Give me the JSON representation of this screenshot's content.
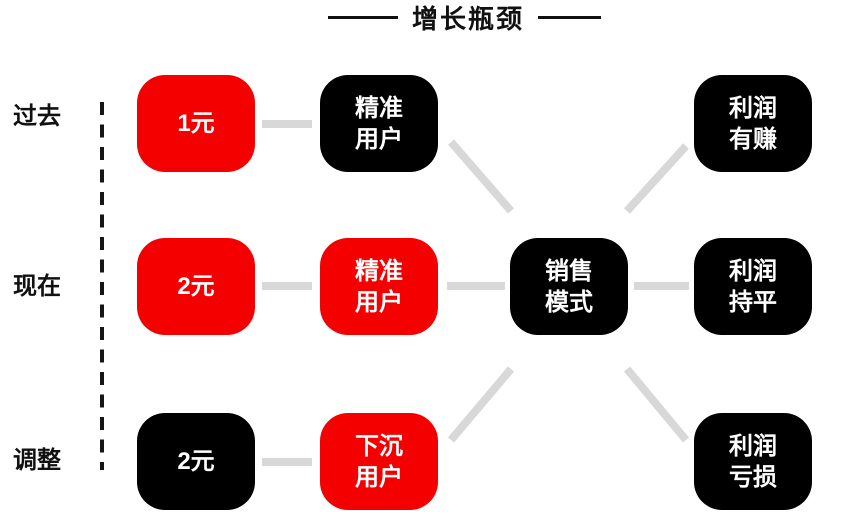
{
  "title": {
    "text": "增长瓶颈"
  },
  "rows": [
    {
      "label": "过去",
      "cost_box": {
        "text": "1元",
        "color": "#f40000"
      },
      "user_box": {
        "text": "精准\n用户",
        "color": "#000000"
      },
      "profit_box": {
        "text": "利润\n有赚",
        "color": "#000000"
      }
    },
    {
      "label": "现在",
      "cost_box": {
        "text": "2元",
        "color": "#f40000"
      },
      "user_box": {
        "text": "精准\n用户",
        "color": "#f40000"
      },
      "profit_box": {
        "text": "利润\n持平",
        "color": "#000000"
      }
    },
    {
      "label": "调整",
      "cost_box": {
        "text": "2元",
        "color": "#000000"
      },
      "user_box": {
        "text": "下沉\n用户",
        "color": "#f40000"
      },
      "profit_box": {
        "text": "利润\n亏损",
        "color": "#000000"
      }
    }
  ],
  "center_box": {
    "text": "销售\n模式",
    "color": "#000000"
  },
  "colors": {
    "accent_red": "#f40000",
    "box_black": "#000000",
    "connector_gray": "#d8d8d8",
    "dashed_line_black": "#161616"
  }
}
